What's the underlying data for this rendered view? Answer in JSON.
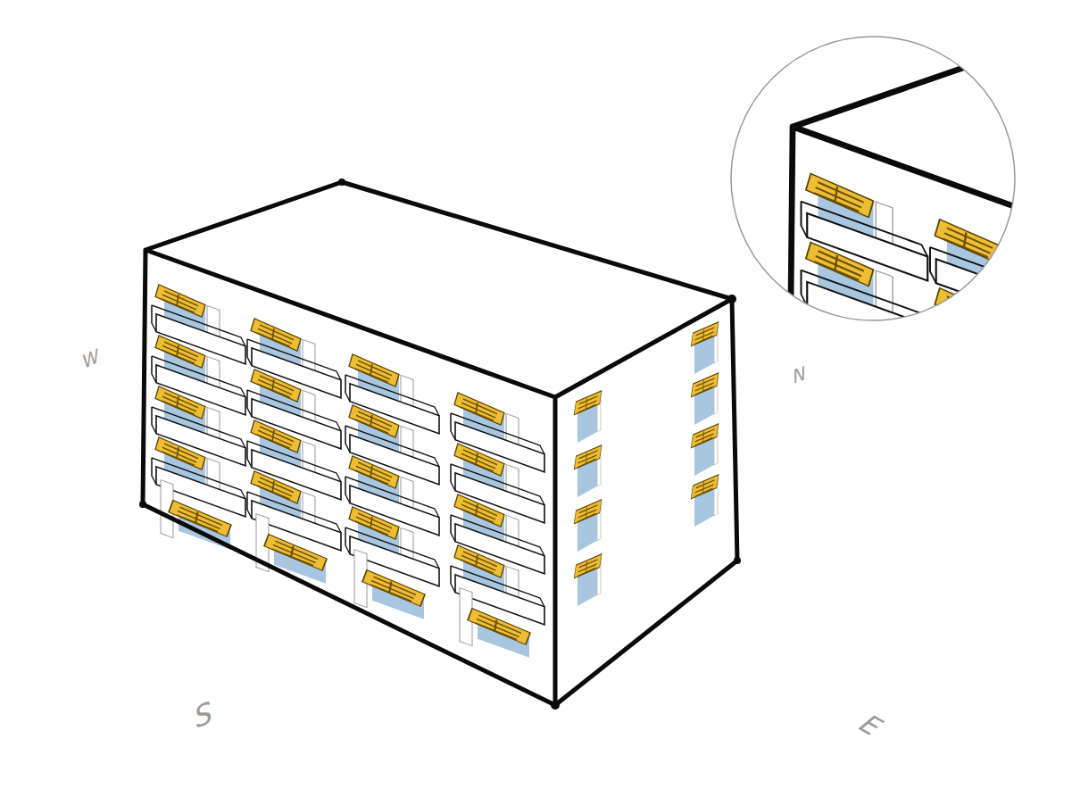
{
  "diagram": {
    "labels": [
      "W",
      "N",
      "S",
      "E"
    ]
  }
}
